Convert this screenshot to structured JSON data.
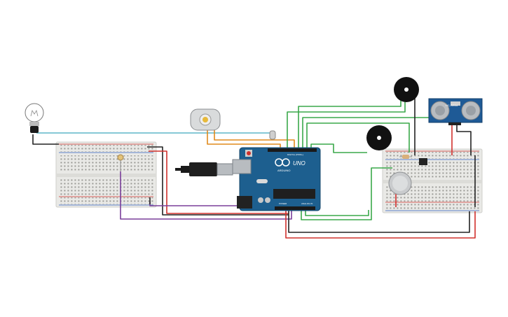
{
  "board": {
    "brand_text": "UNO",
    "section_digital": "DIGITAL (PWM~)",
    "section_analog": "ANALOG IN",
    "power_label": "POWER",
    "arduino_text": "ARDUINO"
  },
  "sensor": {
    "model_text": "HC-SR04"
  },
  "colors": {
    "wire_green": "#3aa84a",
    "wire_red": "#d0302c",
    "wire_black": "#222222",
    "wire_purple": "#7a3e9a",
    "wire_cyan": "#5fb7c9",
    "wire_orange": "#e08a1c",
    "arduino_blue": "#1d5f8f",
    "breadboard": "#e9e9e6",
    "sensor_blue": "#1e5a96"
  },
  "components": [
    {
      "id": "light-bulb",
      "icon": "bulb-icon"
    },
    {
      "id": "dc-motor",
      "icon": "motor-icon"
    },
    {
      "id": "piezo-top",
      "icon": "buzzer-icon"
    },
    {
      "id": "piezo-mid",
      "icon": "buzzer-icon"
    },
    {
      "id": "ultrasonic-sensor",
      "icon": "sonar-icon"
    },
    {
      "id": "gas-sensor",
      "icon": "gas-sensor-icon"
    },
    {
      "id": "usb-cable",
      "icon": "usb-plug-icon"
    },
    {
      "id": "photoresistor",
      "icon": "ldr-icon"
    }
  ]
}
